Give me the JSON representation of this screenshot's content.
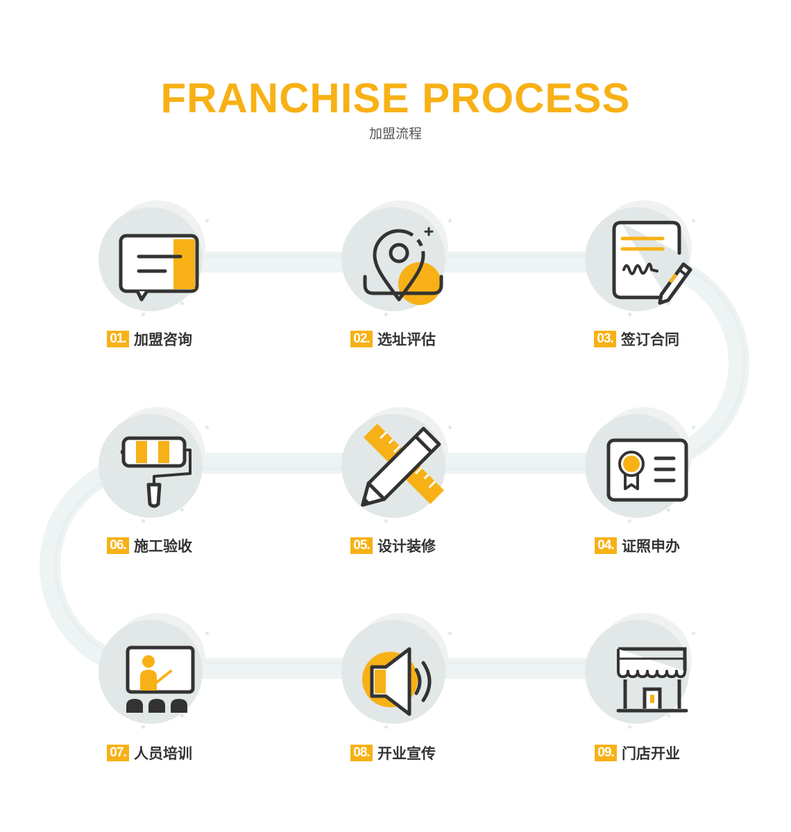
{
  "header": {
    "title": "FRANCHISE PROCESS",
    "subtitle": "加盟流程"
  },
  "colors": {
    "accent": "#f7b116",
    "stroke": "#333333",
    "circle_bg": "#e2e7e7",
    "track": "#eef3f3"
  },
  "steps": [
    {
      "num": "01.",
      "label": "加盟咨询",
      "icon": "chat-bubble-icon"
    },
    {
      "num": "02.",
      "label": "选址评估",
      "icon": "location-pin-icon"
    },
    {
      "num": "03.",
      "label": "签订合同",
      "icon": "contract-sign-icon"
    },
    {
      "num": "04.",
      "label": "证照申办",
      "icon": "license-card-icon"
    },
    {
      "num": "05.",
      "label": "设计装修",
      "icon": "pencil-ruler-icon"
    },
    {
      "num": "06.",
      "label": "施工验收",
      "icon": "paint-roller-icon"
    },
    {
      "num": "07.",
      "label": "人员培训",
      "icon": "training-board-icon"
    },
    {
      "num": "08.",
      "label": "开业宣传",
      "icon": "speaker-icon"
    },
    {
      "num": "09.",
      "label": "门店开业",
      "icon": "storefront-icon"
    }
  ]
}
